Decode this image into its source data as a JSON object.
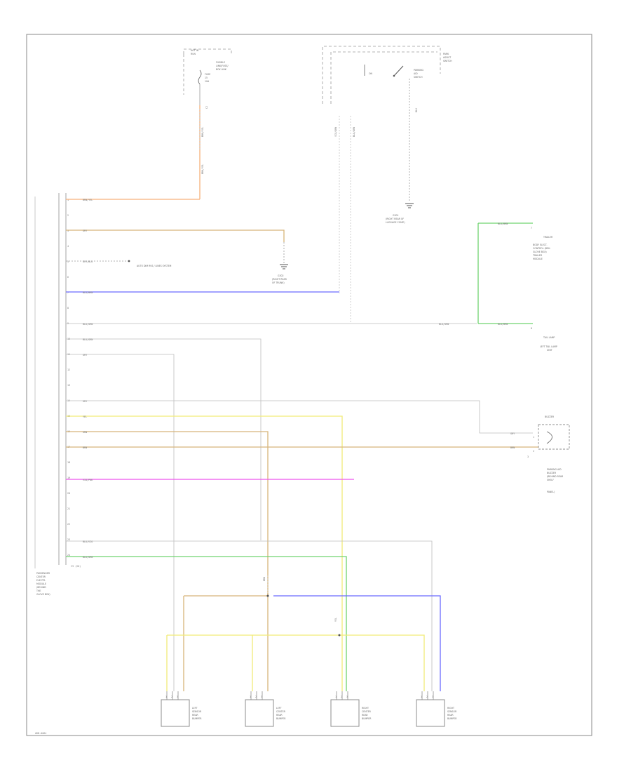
{
  "colors": {
    "orange": "#f6b07a",
    "tan": "#d7b57a",
    "blue": "#6b6bff",
    "gray": "#c8c8c8",
    "yellow": "#f2ec78",
    "pink": "#ee55ee",
    "green": "#6fd36f",
    "frame": "#8a8a8a"
  },
  "module": {
    "label_lines": [
      "PASSENGER",
      "CENTER",
      "ELECTR.",
      "MODULE",
      "(BEHIND",
      "THE",
      "GLOVE BOX)"
    ],
    "connector": "C3 (20)",
    "pins": [
      "1",
      "2",
      "3",
      "4",
      "5",
      "6",
      "7",
      "8",
      "9",
      "10",
      "11",
      "12",
      "13",
      "14",
      "15",
      "16",
      "17",
      "18",
      "19",
      "20",
      "21",
      "22",
      "23",
      "24"
    ]
  },
  "top_fuse": {
    "title": [
      "HOT IN",
      "RUN"
    ],
    "label": [
      "FUSIBLE",
      "LINK/FUSE/",
      "BOX LINK"
    ],
    "fuse": [
      "FUSE",
      "15",
      "10A"
    ]
  },
  "switch": {
    "label": [
      "PARK",
      "ASSIST",
      "SWITCH"
    ],
    "pos": "ON",
    "name": [
      "PARKING",
      "AID",
      "SWITCH"
    ]
  },
  "ground_label": [
    "G301",
    "(RIGHT REAR OF",
    "LUGGAGE COMP.)"
  ],
  "wire_labels": {
    "w1": "BRN/YEL",
    "w3": "GRY",
    "w5": "GRY/BLU",
    "w5_dest": "AUTO DIM RVS / LINES SYSTEM",
    "w7": "BLU/BRN",
    "w9": "BLU/GRN",
    "w10": "BLU/GRN",
    "w11": "GRY",
    "w14": "GRY",
    "w15": "YEL",
    "w16": "GRN",
    "w17": "BRN",
    "w19": "VIO/PNK",
    "w23": "BLU/VIO",
    "w24": "BLU/GRN",
    "v1": "BRN/YEL",
    "v2": "VIO/GRN",
    "v3": "BLU/GRN"
  },
  "right_labels": {
    "module_a": [
      "BODY ELECT.",
      "CONTROL (BEH.",
      "GLOVE BOX)",
      "TRAILER",
      "MODULE"
    ],
    "module_a_head": "TRAILER",
    "module_a_wire": "BLU/BRN",
    "module_a_pin": "7",
    "module_b": [
      "LEFT TAIL LAMP",
      "UNIT"
    ],
    "module_b_head": "TAIL LAMP",
    "module_b_wire": "BLU/BRN",
    "module_b_pin": "8",
    "buzzer_head": "BUZZER",
    "buzzer_pin_a": "GRY",
    "buzzer_pin_b": "BRN",
    "buzzer_label": [
      "PARKING AID",
      "BUZZER",
      "(BEHIND REAR",
      "SHELF",
      "PANEL)"
    ],
    "buzzer_pins": [
      "1",
      "2",
      "3"
    ]
  },
  "ground_mid": [
    "G302",
    "(RIGHT REAR",
    "OF TRUNK)"
  ],
  "sensors": [
    {
      "label": [
        "LEFT",
        "SENSOR",
        "REAR",
        "BUMPER"
      ],
      "pins": [
        "1",
        "2",
        "3"
      ]
    },
    {
      "label": [
        "LEFT",
        "CENTER",
        "REAR",
        "BUMPER"
      ],
      "pins": [
        "1",
        "2",
        "3"
      ]
    },
    {
      "label": [
        "RIGHT",
        "CENTER",
        "REAR",
        "BUMPER"
      ],
      "pins": [
        "1",
        "2",
        "3"
      ]
    },
    {
      "label": [
        "RIGHT",
        "SENSOR",
        "REAR",
        "BUMPER"
      ],
      "pins": [
        "1",
        "2",
        "3"
      ]
    }
  ],
  "footer_code": "ARB-0064"
}
